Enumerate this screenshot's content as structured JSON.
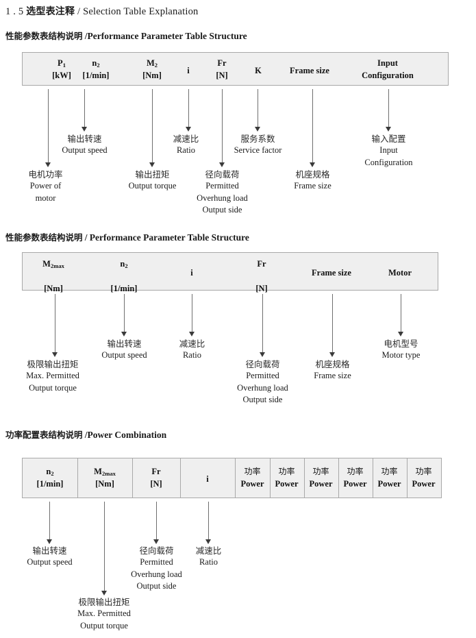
{
  "title": {
    "number": "1 . 5",
    "cn": "选型表注释",
    "sep": "/",
    "en": "Selection Table Explanation"
  },
  "sections": [
    {
      "heading_cn": "性能参数表结构说明",
      "heading_sep": "/",
      "heading_en": "Performance Parameter Table Structure",
      "table": {
        "columns": [
          {
            "symbol": "P",
            "sub": "1",
            "unit": "[kW]"
          },
          {
            "symbol": "n",
            "sub": "2",
            "unit": "[1/min]"
          },
          {
            "symbol": "M",
            "sub": "2",
            "unit": "[Nm]"
          },
          {
            "symbol": "i",
            "sub": "",
            "unit": ""
          },
          {
            "symbol": "Fr",
            "sub": "",
            "unit": "[N]"
          },
          {
            "symbol": "K",
            "sub": "",
            "unit": ""
          },
          {
            "symbol": "Frame size",
            "sub": "",
            "unit": ""
          },
          {
            "symbol": "Input",
            "sub": "",
            "unit": "Configuration"
          }
        ]
      },
      "annotations": [
        {
          "cn": "电机功率",
          "en": [
            "Power of",
            "motor"
          ]
        },
        {
          "cn": "输出转速",
          "en": [
            "Output speed"
          ]
        },
        {
          "cn": "输出扭矩",
          "en": [
            "Output torque"
          ]
        },
        {
          "cn": "减速比",
          "en": [
            "Ratio"
          ]
        },
        {
          "cn": "径向载荷",
          "en": [
            "Permitted",
            "Overhung load",
            "Output side"
          ]
        },
        {
          "cn": "服务系数",
          "en": [
            "Service factor"
          ]
        },
        {
          "cn": "机座规格",
          "en": [
            "Frame size"
          ]
        },
        {
          "cn": "输入配置",
          "en": [
            "Input",
            "Configuration"
          ]
        }
      ]
    },
    {
      "heading_cn": "性能参数表结构说明",
      "heading_sep": "/",
      "heading_en": "Performance Parameter Table Structure",
      "table": {
        "columns": [
          {
            "symbol": "M",
            "sub": "2max",
            "unit": "[Nm]"
          },
          {
            "symbol": "n",
            "sub": "2",
            "unit": "[1/min]"
          },
          {
            "symbol": "i",
            "sub": "",
            "unit": ""
          },
          {
            "symbol": "Fr",
            "sub": "",
            "unit": "[N]"
          },
          {
            "symbol": "Frame size",
            "sub": "",
            "unit": ""
          },
          {
            "symbol": "Motor",
            "sub": "",
            "unit": ""
          }
        ]
      },
      "annotations": [
        {
          "cn": "极限输出扭矩",
          "en": [
            "Max. Permitted",
            "Output  torque"
          ]
        },
        {
          "cn": "输出转速",
          "en": [
            "Output speed"
          ]
        },
        {
          "cn": "减速比",
          "en": [
            "Ratio"
          ]
        },
        {
          "cn": "径向载荷",
          "en": [
            "Permitted",
            "Overhung load",
            "Output side"
          ]
        },
        {
          "cn": "机座规格",
          "en": [
            "Frame size"
          ]
        },
        {
          "cn": "电机型号",
          "en": [
            "Motor type"
          ]
        }
      ]
    },
    {
      "heading_cn": "功率配置表结构说明",
      "heading_sep": "/",
      "heading_en": "Power Combination",
      "table": {
        "columns": [
          {
            "symbol": "n",
            "sub": "2",
            "unit": "[1/min]"
          },
          {
            "symbol": "M",
            "sub": "2max",
            "unit": "[Nm]"
          },
          {
            "symbol": "Fr",
            "sub": "",
            "unit": "[N]"
          },
          {
            "symbol": "i",
            "sub": "",
            "unit": ""
          }
        ],
        "power_columns": [
          {
            "cn": "功率",
            "en": "Power"
          },
          {
            "cn": "功率",
            "en": "Power"
          },
          {
            "cn": "功率",
            "en": "Power"
          },
          {
            "cn": "功率",
            "en": "Power"
          },
          {
            "cn": "功率",
            "en": "Power"
          },
          {
            "cn": "功率",
            "en": "Power"
          }
        ]
      },
      "annotations": [
        {
          "cn": "输出转速",
          "en": [
            "Output speed"
          ]
        },
        {
          "cn": "极限输出扭矩",
          "en": [
            "Max. Permitted",
            "Output  torque"
          ]
        },
        {
          "cn": "径向载荷",
          "en": [
            "Permitted",
            "Overhung load",
            "Output side"
          ]
        },
        {
          "cn": "减速比",
          "en": [
            "Ratio"
          ]
        }
      ]
    }
  ]
}
